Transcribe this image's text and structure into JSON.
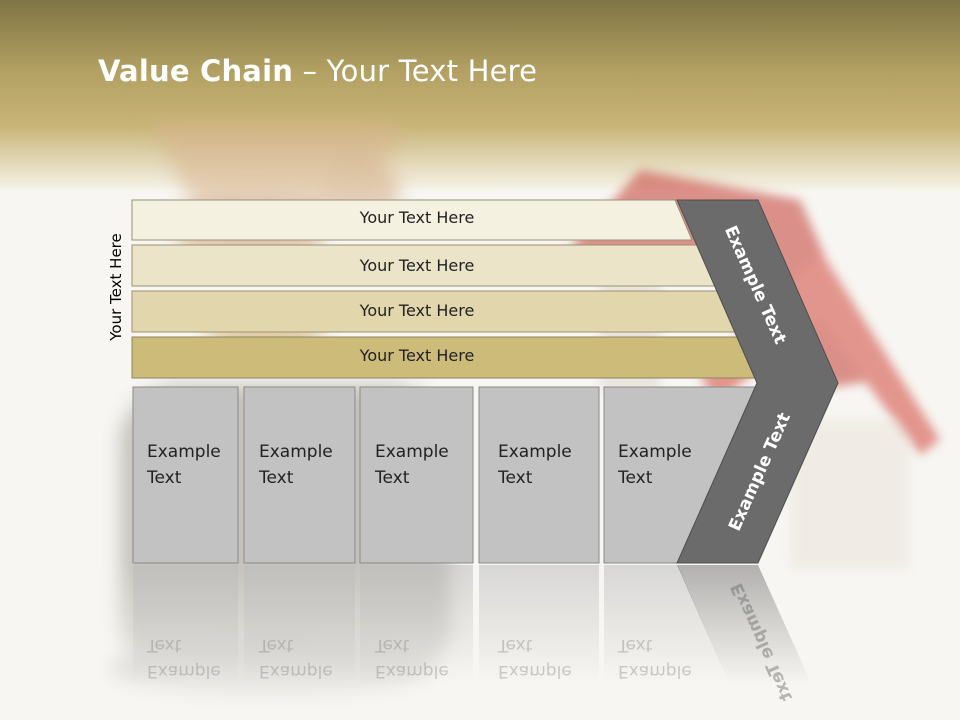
{
  "slide": {
    "title_bold": "Value Chain",
    "title_rest": " – Your Text Here",
    "side_label": "Your Text Here"
  },
  "bars": [
    {
      "label": "Your Text Here",
      "color": "#f4f1e1"
    },
    {
      "label": "Your Text Here",
      "color": "#ebe4c8"
    },
    {
      "label": "Your Text Here",
      "color": "#e2d7ac"
    },
    {
      "label": "Your Text Here",
      "color": "#cdbb7a"
    }
  ],
  "cells": [
    {
      "line1": "Example",
      "line2": "Text"
    },
    {
      "line1": "Example",
      "line2": "Text"
    },
    {
      "line1": "Example",
      "line2": "Text"
    },
    {
      "line1": "Example",
      "line2": "Text"
    },
    {
      "line1": "Example",
      "line2": "Text"
    }
  ],
  "chevron": {
    "upper": "Example Text",
    "lower": "Example Text",
    "color": "#6b6b6b"
  },
  "colors": {
    "header": "#b2a062",
    "cell_fill": "#c2c2c2"
  }
}
